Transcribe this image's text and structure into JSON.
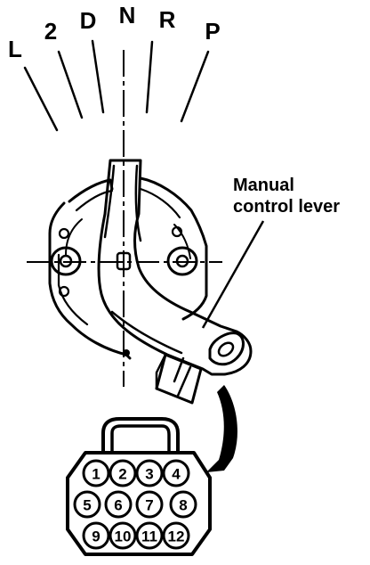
{
  "gear_positions": {
    "L": "L",
    "2": "2",
    "D": "D",
    "N": "N",
    "R": "R",
    "P": "P"
  },
  "callout": {
    "line1": "Manual",
    "line2": "control lever"
  },
  "connector": {
    "pins": [
      "1",
      "2",
      "3",
      "4",
      "5",
      "6",
      "7",
      "8",
      "9",
      "10",
      "11",
      "12"
    ]
  },
  "colors": {
    "ink": "#000000",
    "paper": "#ffffff"
  }
}
